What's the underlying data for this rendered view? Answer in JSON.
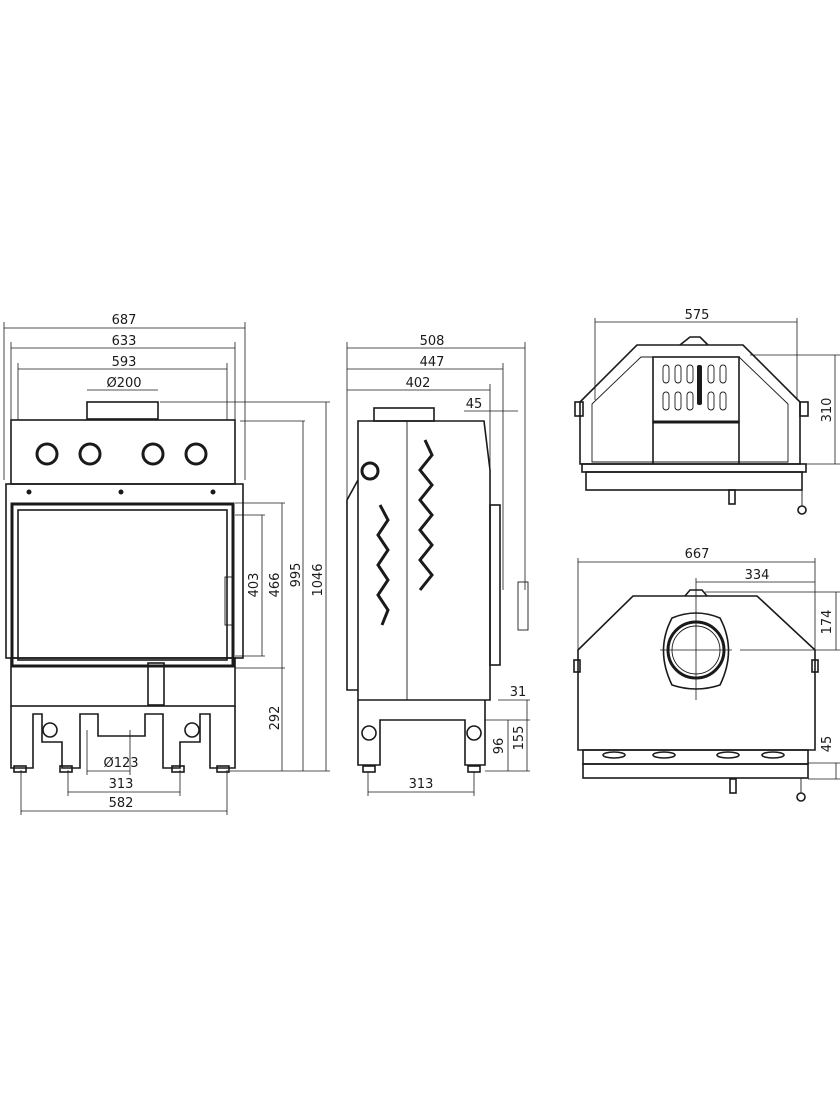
{
  "front_view": {
    "dims": {
      "total_width": "687",
      "body_width": "633",
      "inner_width": "593",
      "flue_diameter": "Ø200",
      "glass_height": "403",
      "door_height": "466",
      "body_height": "995",
      "total_height": "1046",
      "door_bottom_height": "292",
      "air_inlet_diameter": "Ø123",
      "inner_leg_spacing": "313",
      "outer_leg_spacing": "582"
    }
  },
  "side_view": {
    "dims": {
      "total_depth": "508",
      "body_depth": "447",
      "inner_depth": "402",
      "frame_depth": "45",
      "frame_offset": "31",
      "inlet_height": "96",
      "leg_height": "155",
      "leg_spacing": "313"
    }
  },
  "top_section": {
    "dims": {
      "width": "575",
      "depth": "310"
    }
  },
  "top_view": {
    "dims": {
      "width": "667",
      "flue_center_offset": "334",
      "flue_center_depth": "174",
      "frame_depth": "45"
    }
  }
}
